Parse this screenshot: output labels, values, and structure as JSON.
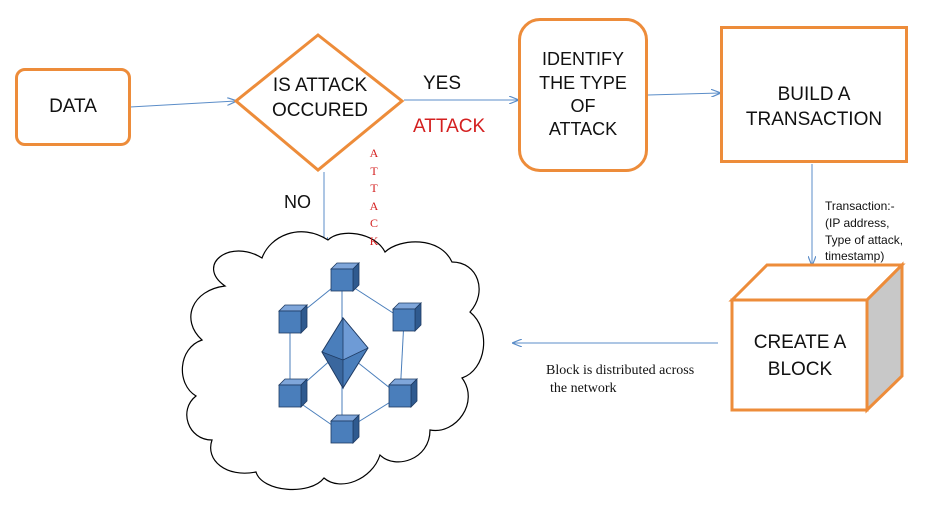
{
  "nodes": {
    "data": "DATA",
    "decision_line1": "IS ATTACK",
    "decision_line2": "OCCURED",
    "identify_lines": [
      "IDENTIFY",
      "THE TYPE",
      "OF",
      "ATTACK"
    ],
    "build_lines": [
      "BUILD A",
      "TRANSACTION"
    ],
    "block_lines": [
      "CREATE A",
      "BLOCK"
    ]
  },
  "edges": {
    "yes": "YES",
    "attack": "ATTACK",
    "no": "NO",
    "attack_vertical": [
      "A",
      "T",
      "T",
      "A",
      "C",
      "K"
    ],
    "transaction_lines": [
      "Transaction:-",
      "(IP address,",
      "Type of attack,",
      "timestamp)"
    ],
    "distributed_lines": [
      "Block is distributed across",
      "the network"
    ]
  },
  "colors": {
    "box_border": "#ED8C3A",
    "arrow": "#5B8DC8",
    "attack_text": "#D42020",
    "cube_fill": "#4A7EBB",
    "cube_stroke": "#1F3B63"
  }
}
